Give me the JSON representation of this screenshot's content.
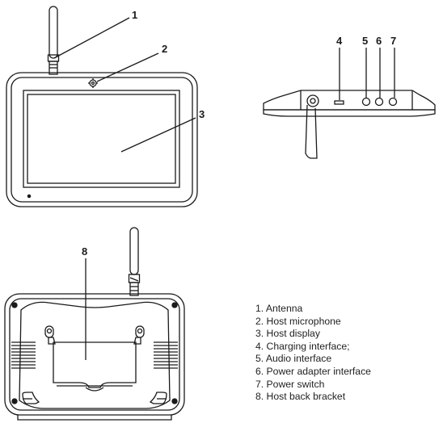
{
  "callouts": {
    "c1": "1",
    "c2": "2",
    "c3": "3",
    "c4": "4",
    "c5": "5",
    "c6": "6",
    "c7": "7",
    "c8": "8"
  },
  "legend": [
    "1. Antenna",
    "2. Host microphone",
    "3. Host display",
    "4. Charging interface;",
    "5. Audio interface",
    "6. Power adapter interface",
    "7. Power switch",
    "8. Host back bracket"
  ],
  "colors": {
    "line": "#1a1a1a",
    "text": "#222222",
    "background": "#ffffff"
  }
}
